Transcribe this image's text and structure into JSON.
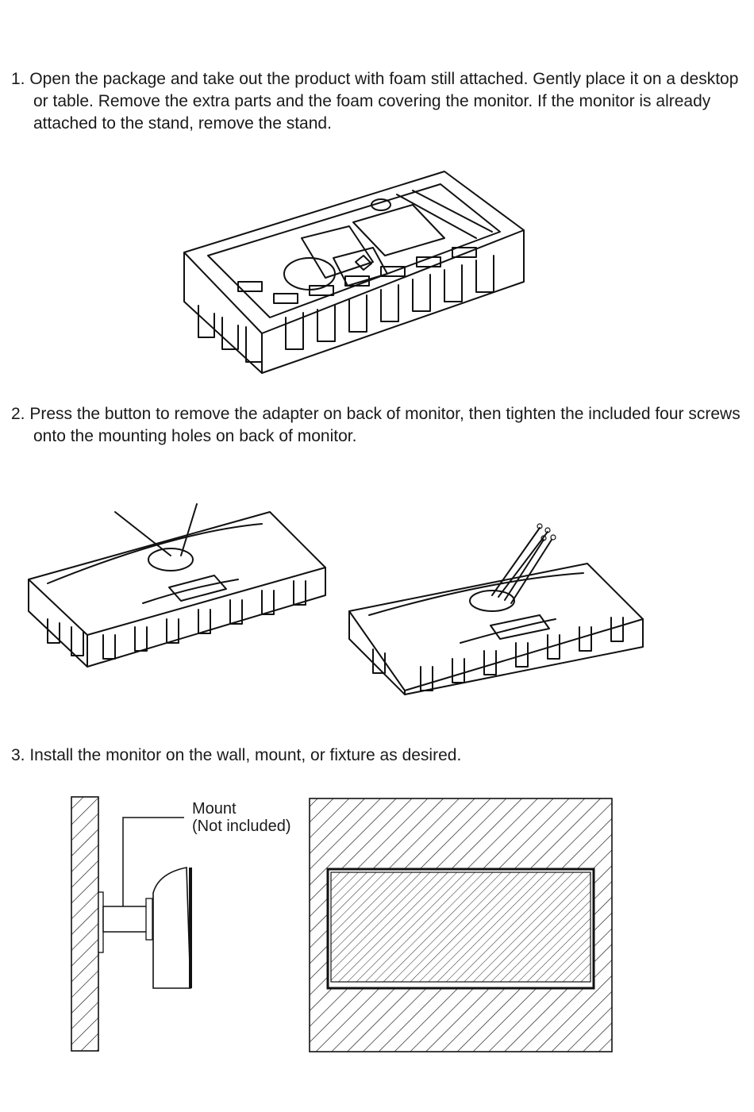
{
  "steps": [
    {
      "id": "step1",
      "text": "1. Open the package and take out the product with foam still attached. Gently place it on a desktop or table. Remove the extra parts and the foam covering the monitor. If the monitor is already attached to the stand, remove the stand."
    },
    {
      "id": "step2",
      "text": "2. Press the button to remove the adapter on back of monitor, then tighten the included four screws onto the mounting holes on back of monitor."
    },
    {
      "id": "step3",
      "text": "3. Install the monitor on the wall, mount, or fixture as desired."
    }
  ],
  "mount_label": {
    "line1": "Mount",
    "line2": "(Not included)"
  }
}
